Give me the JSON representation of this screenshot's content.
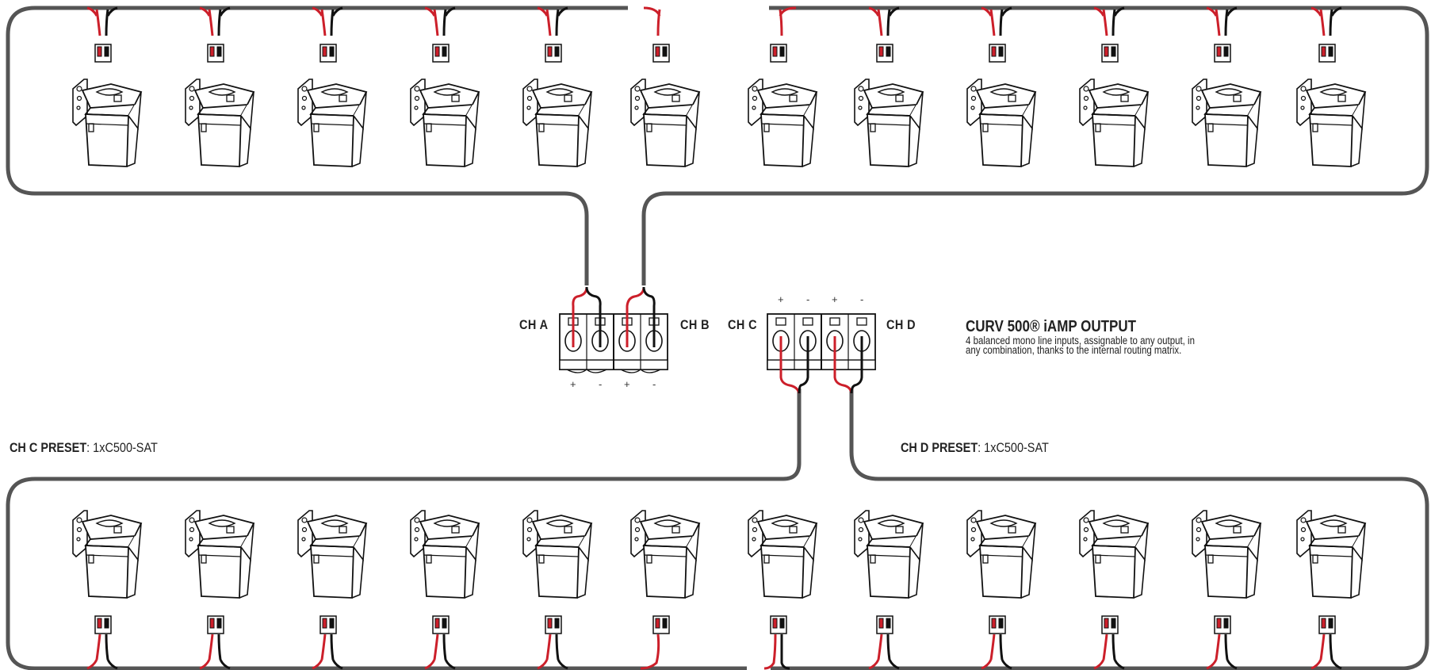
{
  "amp": {
    "title": "CURV 500® iAMP OUTPUT",
    "description": "4 balanced mono line inputs, assignable to any output, in any combination, thanks to the internal routing matrix."
  },
  "channels": {
    "a": "CH A",
    "b": "CH B",
    "c": "CH C",
    "d": "CH D"
  },
  "terminal_polarity": {
    "plus": "+",
    "minus": "-"
  },
  "presets": {
    "c": {
      "label": "CH C PRESET",
      "value": ": 1xC500-SAT"
    },
    "d": {
      "label": "CH D PRESET",
      "value": ": 1xC500-SAT"
    }
  },
  "speakers": {
    "top_row_count": 12,
    "bottom_row_count": 12
  },
  "colors": {
    "cable_outer": "#555555",
    "wire_positive": "#cc1f2a",
    "wire_negative": "#111111"
  }
}
